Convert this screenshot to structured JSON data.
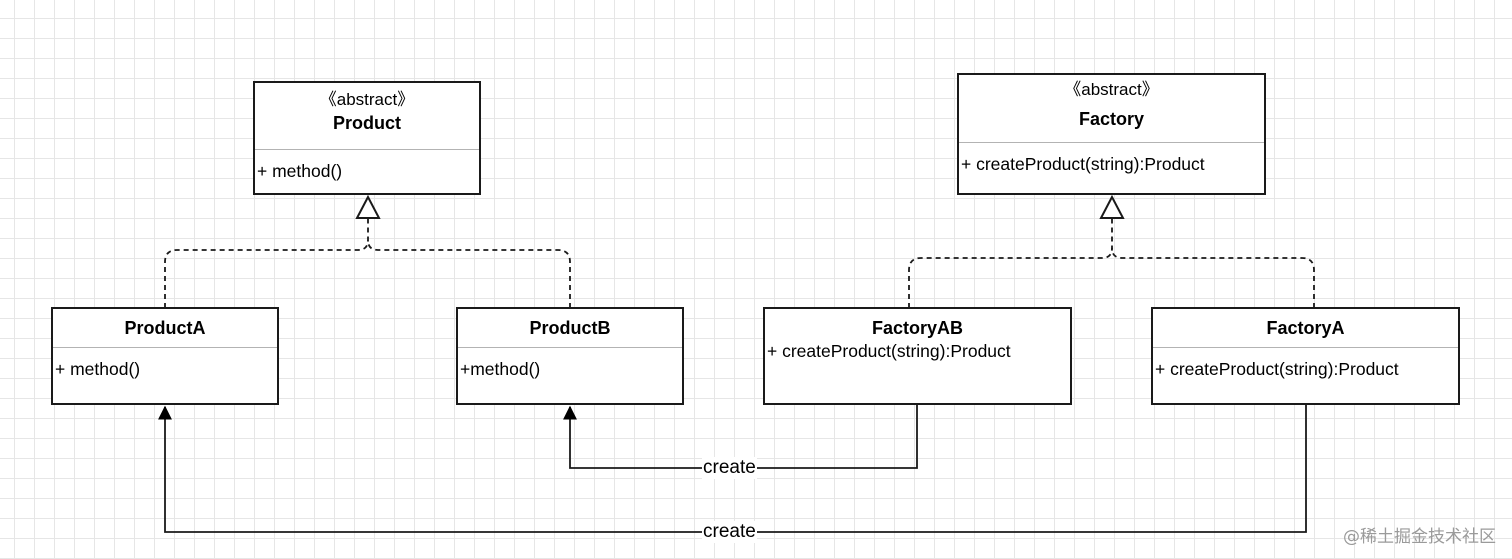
{
  "product": {
    "stereotype": "《abstract》",
    "name": "Product",
    "method": "+ method()"
  },
  "factory": {
    "stereotype": "《abstract》",
    "name": "Factory",
    "method": "+ createProduct(string):Product"
  },
  "product_a": {
    "name": "ProductA",
    "method": "+ method()"
  },
  "product_b": {
    "name": "ProductB",
    "method": "+method()"
  },
  "factory_ab": {
    "name": "FactoryAB",
    "method": "+ createProduct(string):Product"
  },
  "factory_a": {
    "name": "FactoryA",
    "method": "+ createProduct(string):Product"
  },
  "edges": {
    "create_ab": "create",
    "create_a": "create"
  },
  "watermark": "@稀土掘金技术社区"
}
